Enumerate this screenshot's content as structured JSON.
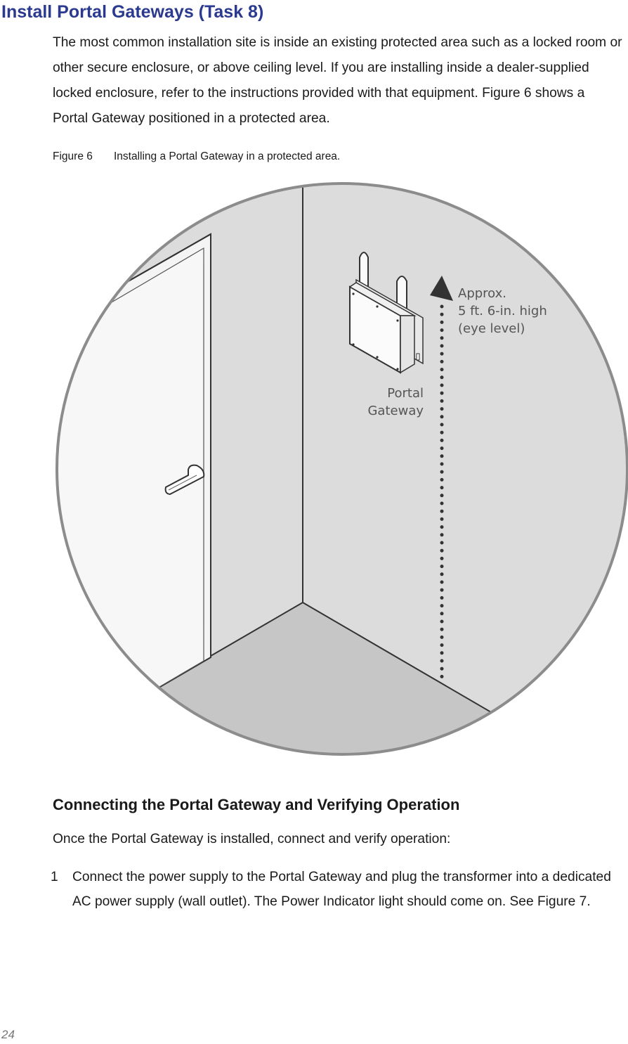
{
  "heading": "Install Portal Gateways (Task 8)",
  "intro": "The most common installation site is inside an existing protected area such as a locked room or other secure enclosure, or above ceiling level. If you are installing inside a dealer-supplied locked enclosure, refer to the instructions provided with that equipment. Figure 6 shows a Portal Gateway positioned in a protected area.",
  "figure": {
    "number": "Figure 6",
    "caption": "Installing a Portal Gateway in a protected area.",
    "device_label_line1": "Portal",
    "device_label_line2": "Gateway",
    "height_label_line1": "Approx.",
    "height_label_line2": "5 ft. 6-in. high",
    "height_label_line3": "(eye level)"
  },
  "section": {
    "title": "Connecting the Portal Gateway and Verifying Operation",
    "intro": "Once the Portal Gateway is installed, connect and verify operation:",
    "steps": [
      {
        "number": "1",
        "text": "Connect the power supply to the Portal Gateway and plug the transformer into a dedicated AC power supply (wall outlet). The Power Indicator light should come on. See Figure 7."
      }
    ]
  },
  "page_number": "24",
  "colors": {
    "heading": "#2b3a8f",
    "wall": "#dcdcdc",
    "floor": "#c6c6c6",
    "circle_border": "#8c8c8c"
  }
}
